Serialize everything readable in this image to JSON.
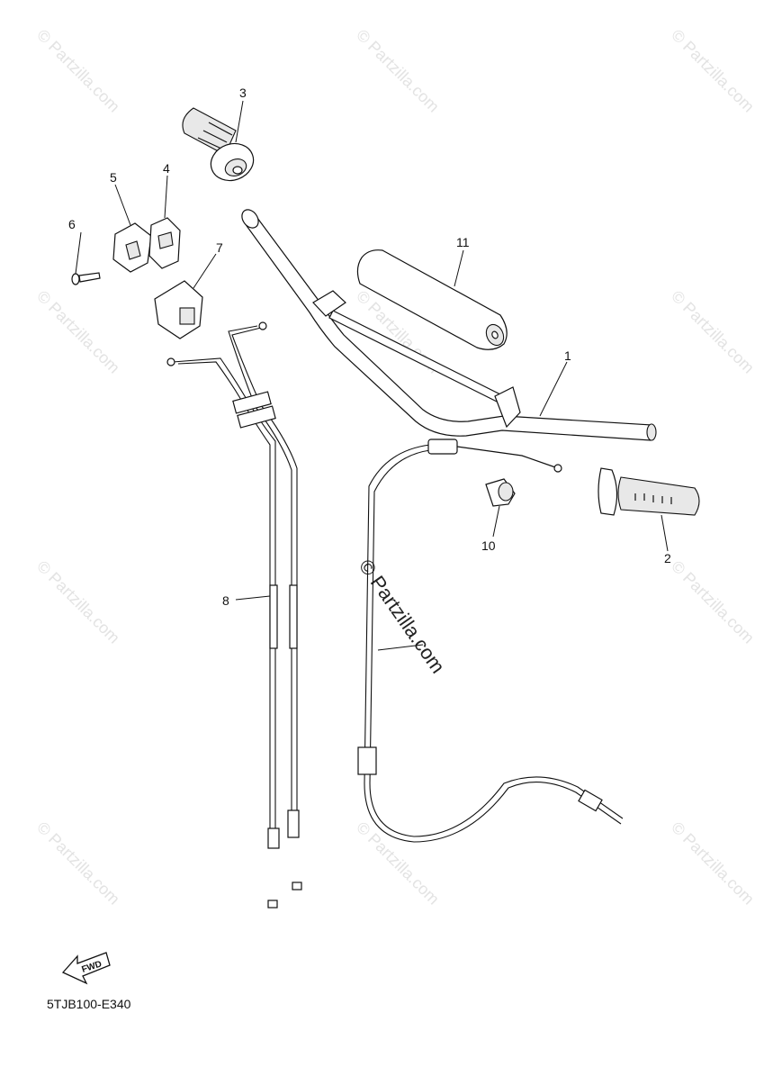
{
  "diagram": {
    "callouts": [
      {
        "id": "1",
        "label": "1"
      },
      {
        "id": "2",
        "label": "2"
      },
      {
        "id": "3",
        "label": "3"
      },
      {
        "id": "4",
        "label": "4"
      },
      {
        "id": "5",
        "label": "5"
      },
      {
        "id": "6",
        "label": "6"
      },
      {
        "id": "7",
        "label": "7"
      },
      {
        "id": "8",
        "label": "8"
      },
      {
        "id": "10",
        "label": "10"
      },
      {
        "id": "11",
        "label": "11"
      }
    ],
    "watermark_text": "© Partzilla.com",
    "center_watermark_text": "© Partzilla.com",
    "fwd_label": "FWD",
    "drawing_code": "5TJB100-E340"
  }
}
